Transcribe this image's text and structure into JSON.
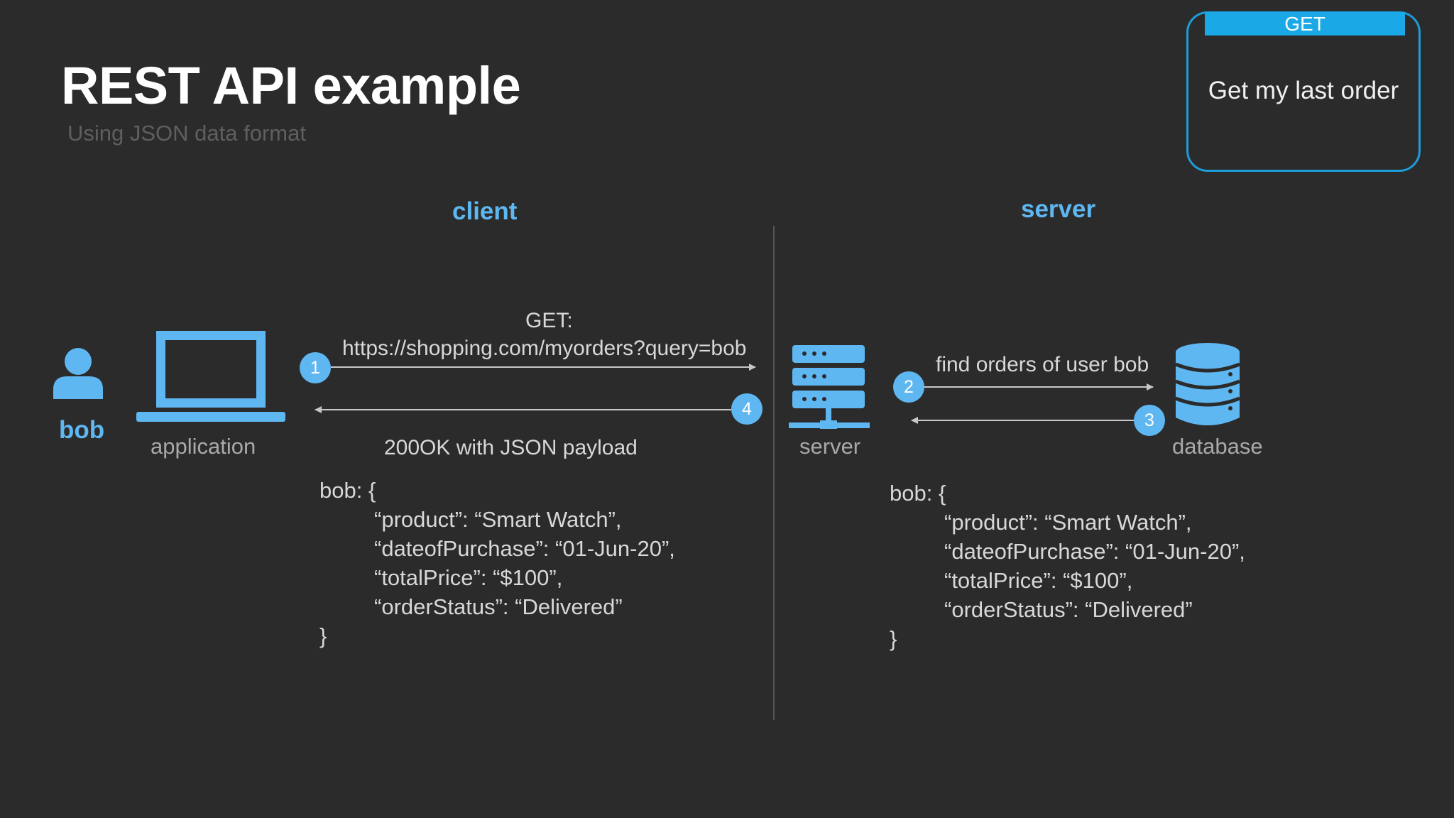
{
  "slide": {
    "title": "REST API example",
    "subtitle": "Using JSON data format"
  },
  "request_card": {
    "method": "GET",
    "text": "Get my last order"
  },
  "sections": {
    "client": "client",
    "server": "server"
  },
  "actors": {
    "user": "bob",
    "application": "application",
    "server": "server",
    "database": "database"
  },
  "messages": {
    "request_method": "GET:",
    "request_url": "https://shopping.com/myorders?query=bob",
    "response": "200OK with JSON payload",
    "db_query": "find orders of user bob"
  },
  "steps": [
    "1",
    "2",
    "3",
    "4"
  ],
  "json_payload": {
    "open": "bob: {",
    "lines": [
      "“product”: “Smart Watch”,",
      "“dateofPurchase”: “01-Jun-20”,",
      "“totalPrice”: “$100”,",
      "“orderStatus”: “Delivered”"
    ],
    "close": "}"
  },
  "colors": {
    "background": "#2b2b2c",
    "accent": "#5fb7f1",
    "card_border": "#1d9cd8",
    "card_header": "#1aa8e6"
  }
}
